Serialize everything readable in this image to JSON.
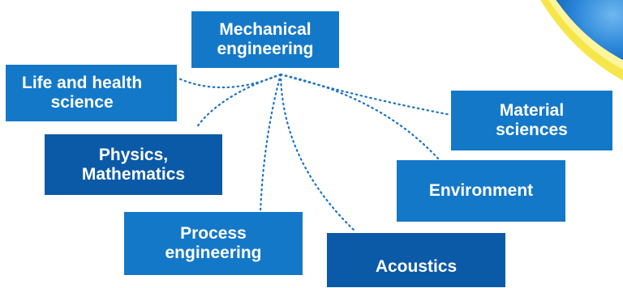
{
  "diagram": {
    "center_node": {
      "label": "Mechanical\nengineering"
    },
    "nodes": [
      {
        "id": "life",
        "label": "Life and health\nscience"
      },
      {
        "id": "physics",
        "label": "Physics,\nMathematics"
      },
      {
        "id": "process",
        "label": "Process\nengineering"
      },
      {
        "id": "acoustics",
        "label": "Acoustics"
      },
      {
        "id": "environment",
        "label": "Environment"
      },
      {
        "id": "material",
        "label": "Material\nsciences"
      }
    ],
    "connector_style": "dotted",
    "colors": {
      "node_light": "#1478c8",
      "node_dark": "#0b5aa8",
      "connector": "#1a73c6",
      "accent_yellow": "#f6e64a",
      "accent_blue": "#2a86d8"
    }
  }
}
